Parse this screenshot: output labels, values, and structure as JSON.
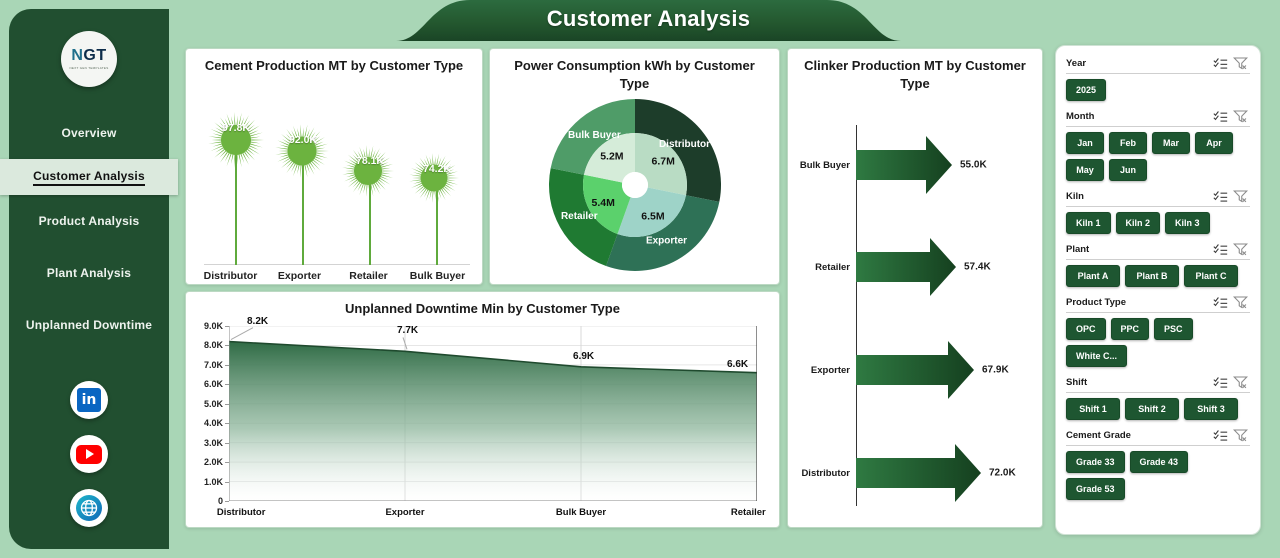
{
  "header": {
    "title": "Customer Analysis"
  },
  "sidebar": {
    "logo": {
      "main_n": "N",
      "main_g": "G",
      "main_t": "T",
      "sub": "NEXT GEN TEMPLATES"
    },
    "items": [
      {
        "label": "Overview",
        "active": false
      },
      {
        "label": "Customer Analysis",
        "active": true
      },
      {
        "label": "Product Analysis",
        "active": false
      },
      {
        "label": "Plant Analysis",
        "active": false
      },
      {
        "label": "Unplanned Downtime",
        "active": false
      }
    ],
    "socials": [
      {
        "name": "linkedin-icon",
        "glyph": "in"
      },
      {
        "name": "youtube-icon",
        "glyph": "▶"
      },
      {
        "name": "website-icon",
        "glyph": "ἱ0"
      }
    ]
  },
  "chart_data": [
    {
      "id": "cement",
      "type": "bar",
      "title": "Cement Production MT by Customer Type",
      "categories": [
        "Distributor",
        "Exporter",
        "Retailer",
        "Bulk Buyer"
      ],
      "values": [
        97.8,
        92.0,
        78.1,
        74.2
      ],
      "labels": [
        "97.8K",
        "92.0K",
        "78.1K",
        "74.2K"
      ],
      "ylim": [
        0,
        105
      ],
      "xlabel": "",
      "ylabel": "",
      "grid": false,
      "legend": "none",
      "accent": "#6cb33f"
    },
    {
      "id": "power",
      "type": "pie",
      "title": "Power Consumption kWh by Customer Type",
      "categories": [
        "Distributor",
        "Exporter",
        "Retailer",
        "Bulk Buyer"
      ],
      "values": [
        6.7,
        6.5,
        5.4,
        5.2
      ],
      "labels": [
        "6.7M",
        "6.5M",
        "5.4M",
        "5.2M"
      ],
      "outer_colors": [
        "#1d3d2a",
        "#2e7156",
        "#1f7a32",
        "#4f9c68"
      ],
      "inner_colors": [
        "#b9dcc4",
        "#9ed3c8",
        "#5bd16c",
        "#d5ecd9"
      ],
      "legend": "labels-on-slices"
    },
    {
      "id": "clinker",
      "type": "bar",
      "title": "Clinker Production MT by Customer Type",
      "categories": [
        "Bulk Buyer",
        "Retailer",
        "Exporter",
        "Distributor"
      ],
      "values": [
        55.0,
        57.4,
        67.9,
        72.0
      ],
      "labels": [
        "55.0K",
        "57.4K",
        "67.9K",
        "72.0K"
      ],
      "ylim": [
        0,
        80
      ],
      "orientation": "horizontal",
      "accent": "#1e5631"
    },
    {
      "id": "downtime",
      "type": "area",
      "title": "Unplanned Downtime Min by Customer Type",
      "categories": [
        "Distributor",
        "Exporter",
        "Bulk Buyer",
        "Retailer"
      ],
      "values": [
        8.2,
        7.7,
        6.9,
        6.6
      ],
      "labels": [
        "8.2K",
        "7.7K",
        "6.9K",
        "6.6K"
      ],
      "yticks": [
        "0",
        "1.0K",
        "2.0K",
        "3.0K",
        "4.0K",
        "5.0K",
        "6.0K",
        "7.0K",
        "8.0K",
        "9.0K"
      ],
      "ylim": [
        0,
        9
      ],
      "xlabel": "",
      "ylabel": "",
      "grid": true,
      "legend": "none",
      "accent": "#2f6b45"
    }
  ],
  "filters": {
    "icons": {
      "multiselect": "multi-select-icon",
      "clear": "clear-filter-icon"
    },
    "groups": [
      {
        "label": "Year",
        "options": [
          "2025"
        ]
      },
      {
        "label": "Month",
        "options": [
          "Jan",
          "Feb",
          "Mar",
          "Apr",
          "May",
          "Jun"
        ]
      },
      {
        "label": "Kiln",
        "options": [
          "Kiln 1",
          "Kiln 2",
          "Kiln 3"
        ]
      },
      {
        "label": "Plant",
        "options": [
          "Plant A",
          "Plant B",
          "Plant C"
        ]
      },
      {
        "label": "Product Type",
        "options": [
          "OPC",
          "PPC",
          "PSC",
          "White C..."
        ]
      },
      {
        "label": "Shift",
        "options": [
          "Shift 1",
          "Shift 2",
          "Shift 3"
        ]
      },
      {
        "label": "Cement Grade",
        "options": [
          "Grade 33",
          "Grade 43",
          "Grade 53"
        ]
      }
    ]
  }
}
